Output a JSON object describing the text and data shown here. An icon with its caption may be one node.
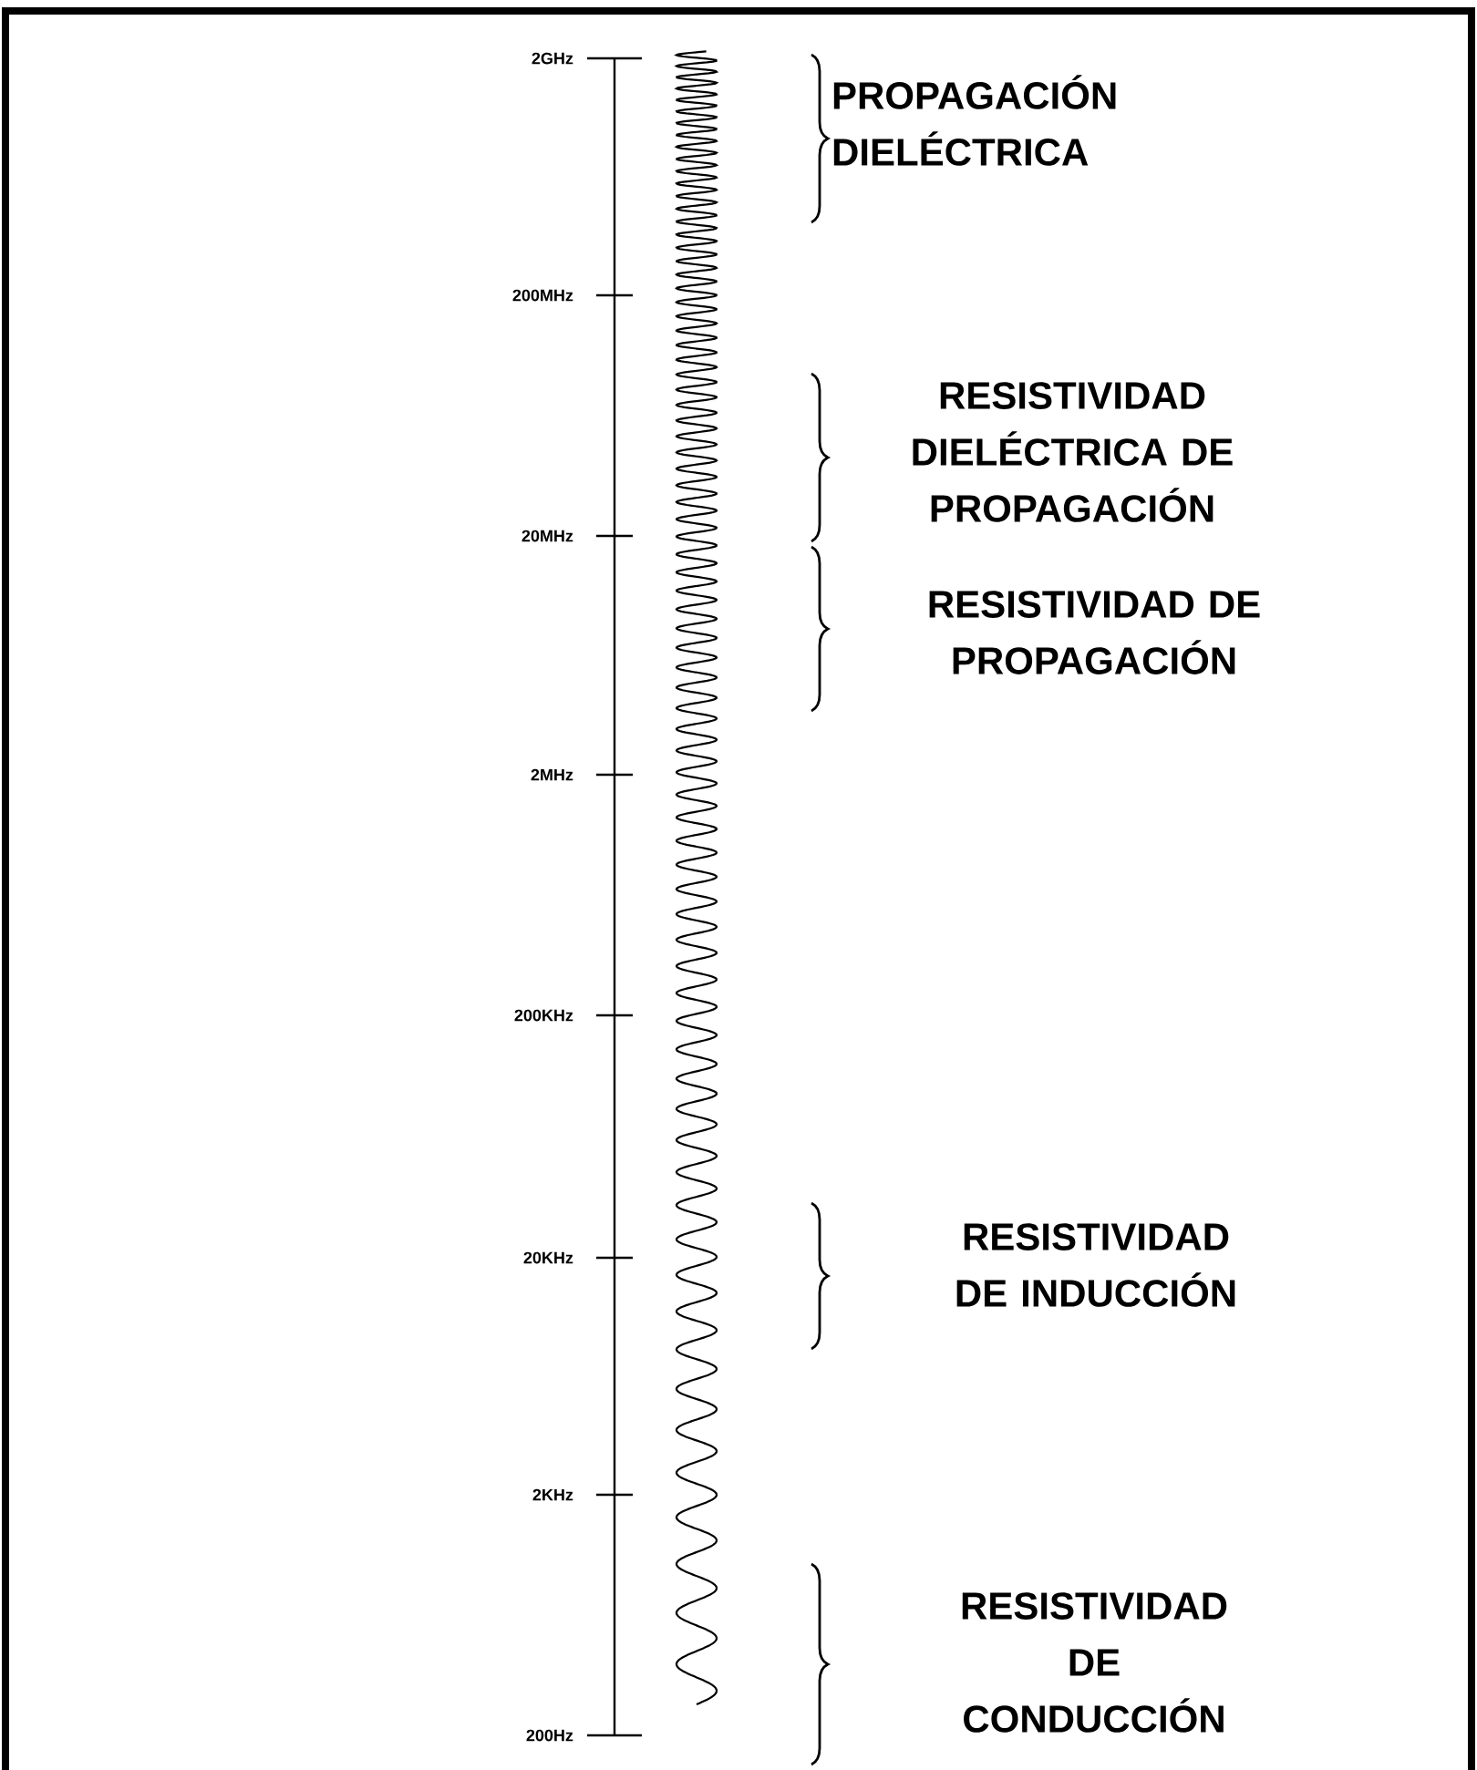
{
  "diagram": {
    "labels": [
      "2GHz",
      "200MHz",
      "20MHz",
      "2MHz",
      "200KHz",
      "20KHz",
      "2KHz",
      "200Hz",
      "PROPAGACIÓN DIELÉCTRICA",
      "RESISTIVIDAD DIELÉCTRICA DE PROPAGACIÓN",
      "RESISTIVIDAD DE PROPAGACIÓN",
      "RESISTIVIDAD DE INDUCCIÓN",
      "RESISTIVIDAD DE CONDUCCIÓN"
    ]
  }
}
